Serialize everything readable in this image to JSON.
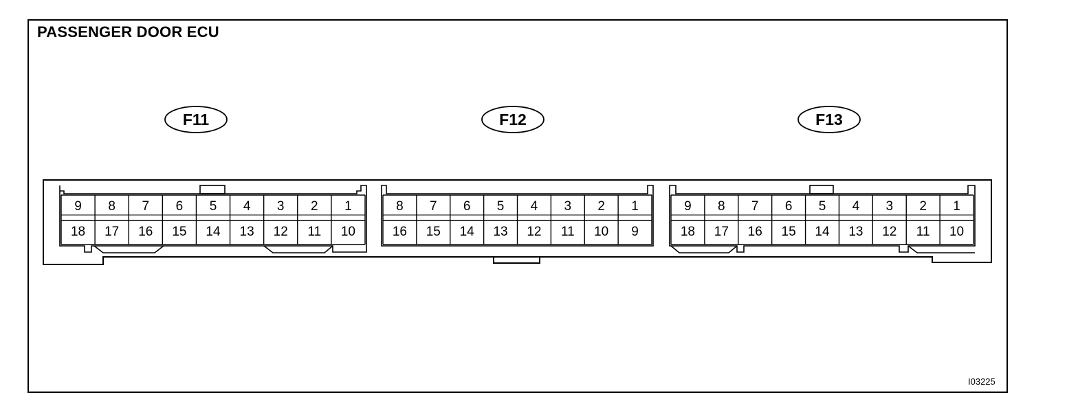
{
  "title": "PASSENGER DOOR ECU",
  "figure_id": "I03225",
  "connectors": [
    {
      "label": "F11",
      "top_pins": [
        "9",
        "8",
        "7",
        "6",
        "5",
        "4",
        "3",
        "2",
        "1"
      ],
      "bottom_pins": [
        "18",
        "17",
        "16",
        "15",
        "14",
        "13",
        "12",
        "11",
        "10"
      ]
    },
    {
      "label": "F12",
      "top_pins": [
        "8",
        "7",
        "6",
        "5",
        "4",
        "3",
        "2",
        "1"
      ],
      "bottom_pins": [
        "16",
        "15",
        "14",
        "13",
        "12",
        "11",
        "10",
        "9"
      ]
    },
    {
      "label": "F13",
      "top_pins": [
        "9",
        "8",
        "7",
        "6",
        "5",
        "4",
        "3",
        "2",
        "1"
      ],
      "bottom_pins": [
        "18",
        "17",
        "16",
        "15",
        "14",
        "13",
        "12",
        "11",
        "10"
      ]
    }
  ]
}
